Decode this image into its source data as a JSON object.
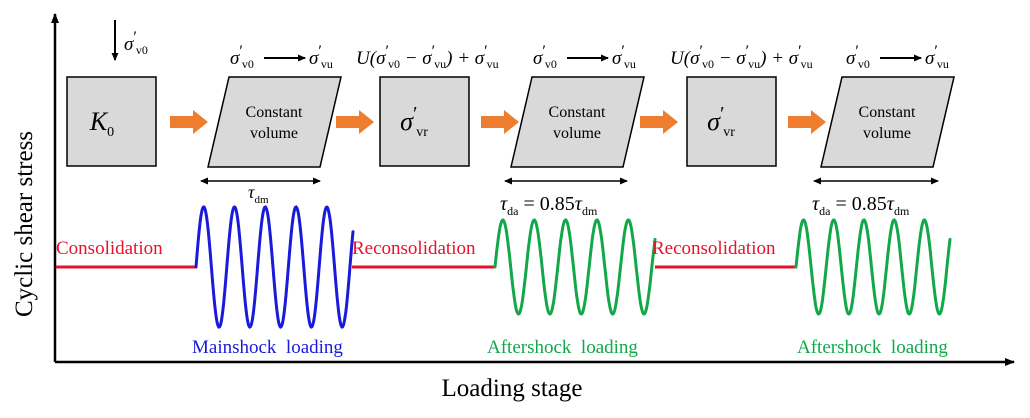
{
  "axes": {
    "y_label": "Cyclic shear stress",
    "x_label": "Loading stage"
  },
  "input": {
    "sigma": "σ",
    "prime": "′",
    "sub": "v0"
  },
  "boxes": {
    "k0": {
      "main": "K",
      "sub": "0"
    },
    "sr1": {
      "sigma": "σ",
      "prime": "′",
      "sub": "vr"
    },
    "sr2": {
      "sigma": "σ",
      "prime": "′",
      "sub": "vr"
    },
    "cv1": {
      "line1": "Constant",
      "line2": "volume"
    },
    "cv2": {
      "line1": "Constant",
      "line2": "volume"
    },
    "cv3": {
      "line1": "Constant",
      "line2": "volume"
    }
  },
  "transitions": {
    "sym_sigma": "σ",
    "sym_prime": "′",
    "sub_start": "v0",
    "sub_end": "vu",
    "u_prefix": "U(",
    "u_minus": " − ",
    "u_close": ") + "
  },
  "durations": {
    "mainshock": {
      "tau": "τ",
      "sub": "dm"
    },
    "aftershock": {
      "tau": "τ",
      "sub": "da",
      "equals": " = 0.85",
      "tau2": "τ",
      "sub2": "dm"
    }
  },
  "phases": {
    "consolidation": "Consolidation",
    "reconsolidation1": "Reconsolidation",
    "reconsolidation2": "Reconsolidation",
    "mainshock": "Mainshock  loading",
    "aftershock1": "Aftershock  loading",
    "aftershock2": "Aftershock  loading"
  },
  "colors": {
    "consolidation": "#e8112d",
    "mainshock": "#1a1adb",
    "aftershock": "#12a84a",
    "process_arrow": "#ef7d2f",
    "box_fill": "#d9d9d9"
  }
}
